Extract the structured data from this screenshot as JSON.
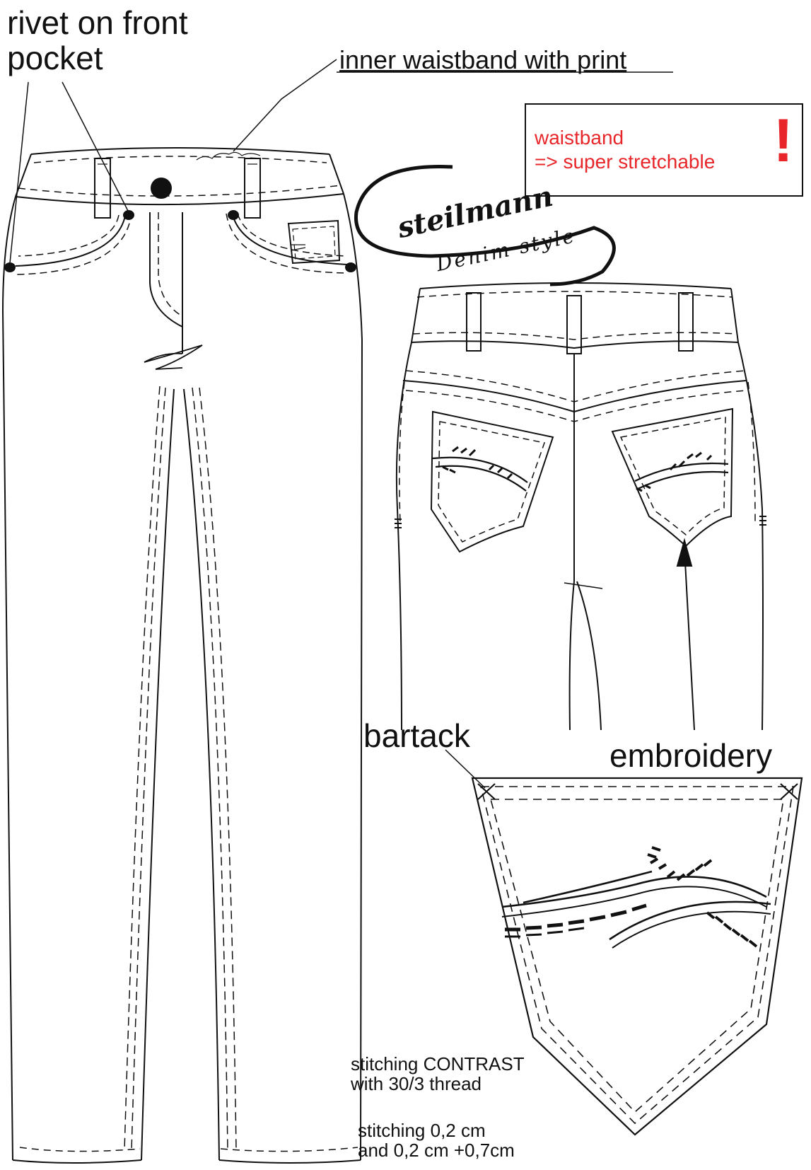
{
  "labels": {
    "rivet": [
      "rivet on front",
      "pocket"
    ],
    "inner_waistband": "inner waistband with print",
    "bartack": "bartack",
    "embroidery": "embroidery",
    "stitching_contrast": [
      "stitching CONTRAST",
      "with 30/3 thread"
    ],
    "stitching_width": [
      "stitching 0,2 cm",
      "and 0,2 cm +0,7cm"
    ]
  },
  "notice": {
    "lines": [
      "waistband",
      "=> super stretchable"
    ],
    "mark": "!",
    "color": "#e8262a"
  },
  "brand": {
    "name": "steilmann",
    "tagline": "Denim style"
  },
  "colors": {
    "line": "#111111",
    "background": "#ffffff",
    "accent": "#e8262a"
  }
}
